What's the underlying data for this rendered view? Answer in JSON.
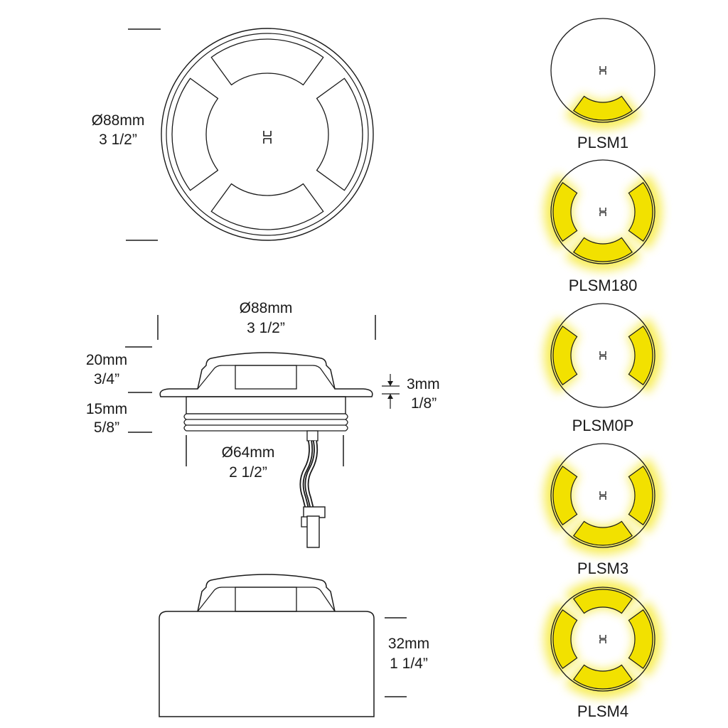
{
  "top_view": {
    "diameter_mm": "Ø88mm",
    "diameter_in": "3 1/2”",
    "logo_glyph": "H"
  },
  "side_view": {
    "diameter_mm": "Ø88mm",
    "diameter_in": "3 1/2”",
    "height_top_mm": "20mm",
    "height_top_in": "3/4”",
    "height_bottom_mm": "15mm",
    "height_bottom_in": "5/8”",
    "flange_mm": "3mm",
    "flange_in": "1/8”",
    "body_diameter_mm": "Ø64mm",
    "body_diameter_in": "2 1/2”"
  },
  "sleeve_view": {
    "height_mm": "32mm",
    "height_in": "1 1/4”"
  },
  "models": [
    {
      "name": "PLSM1",
      "lit": [
        false,
        false,
        true,
        false
      ]
    },
    {
      "name": "PLSM180",
      "lit": [
        false,
        true,
        true,
        true
      ]
    },
    {
      "name": "PLSM0P",
      "lit": [
        false,
        true,
        false,
        true
      ]
    },
    {
      "name": "PLSM3",
      "lit": [
        false,
        true,
        true,
        true
      ]
    },
    {
      "name": "PLSM4",
      "lit": [
        true,
        true,
        true,
        true
      ]
    }
  ],
  "colors": {
    "line": "#1a1a1a",
    "glow": "#f6ea3c",
    "glow_core": "#f2e100"
  }
}
